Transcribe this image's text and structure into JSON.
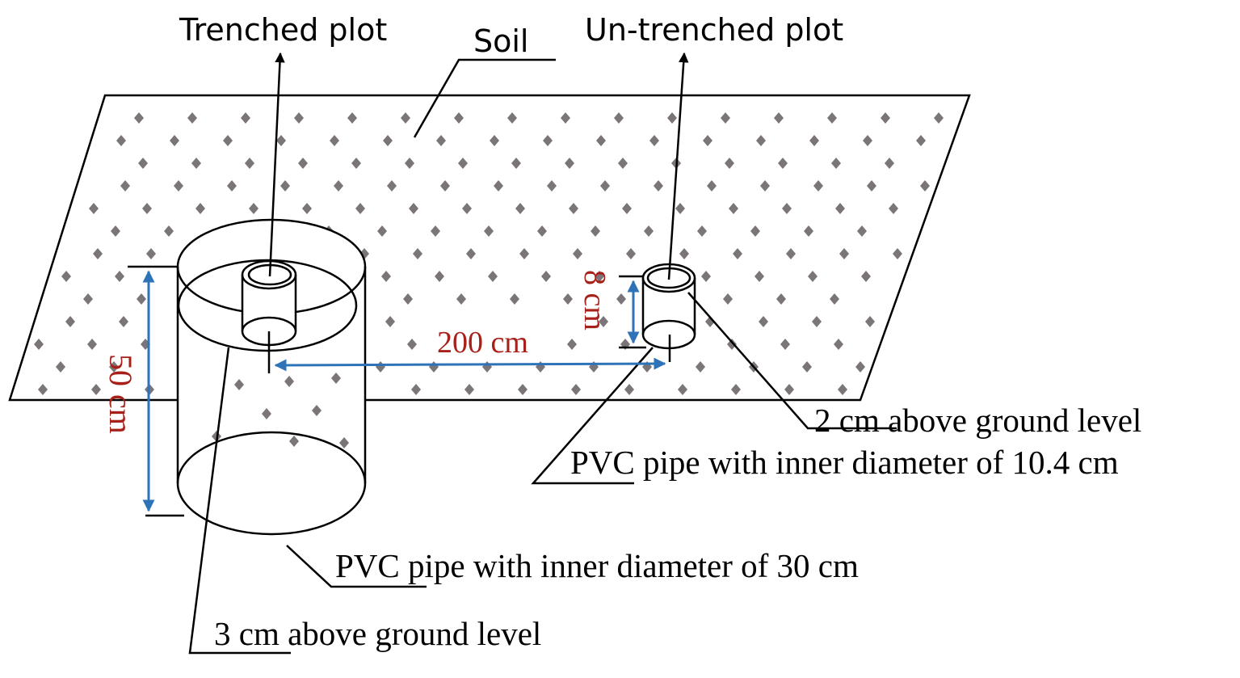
{
  "labels": {
    "trenched_plot": "Trenched plot",
    "soil": "Soil",
    "untrenched_plot": "Un-trenched plot",
    "depth_50": "50 cm",
    "height_8": "8 cm",
    "distance_200": "200 cm",
    "above_2_num": "2 cm",
    "above_2_rest": " above ground level",
    "pipe_small_num": "PVC",
    "pipe_small_rest": " pipe with inner diameter of 10.4 cm",
    "pipe_large_num": "PVC",
    "pipe_large_rest": " pipe with inner diameter of 30 cm",
    "above_3_num": "3 cm",
    "above_3_rest": " above ground level"
  },
  "colors": {
    "dimension_arrow": "#2e73b8",
    "dimension_text": "#a8201a",
    "soil_dot": "#7b7579"
  }
}
